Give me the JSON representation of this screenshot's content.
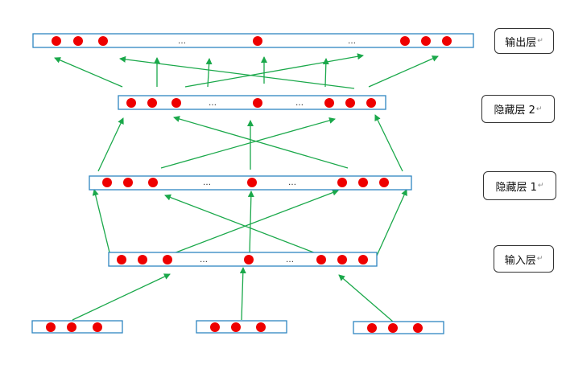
{
  "layers": {
    "output": {
      "label": "输出层"
    },
    "hidden2": {
      "label": "隐藏层 2"
    },
    "hidden1": {
      "label": "隐藏层 1"
    },
    "input": {
      "label": "输入层"
    }
  },
  "ellipsis": "…",
  "return_mark": "↵",
  "colors": {
    "node": "#ee0000",
    "box_border": "#2e86c1",
    "arrow": "#1aa84a",
    "label_border": "#333333"
  }
}
